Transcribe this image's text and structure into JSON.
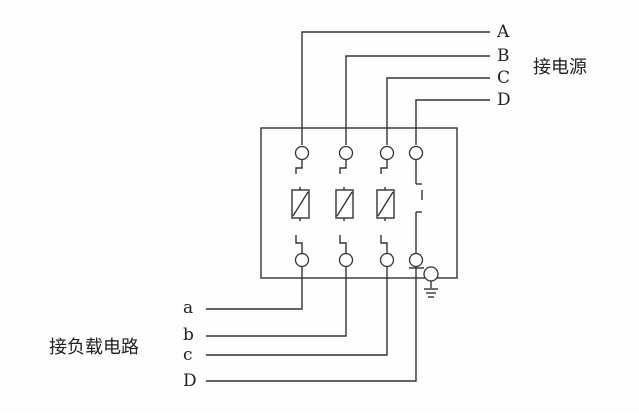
{
  "source": {
    "caption": "接电源",
    "lines": [
      "A",
      "B",
      "C",
      "D"
    ]
  },
  "load": {
    "caption": "接负载电路",
    "lines": [
      "a",
      "b",
      "c",
      "D"
    ]
  }
}
